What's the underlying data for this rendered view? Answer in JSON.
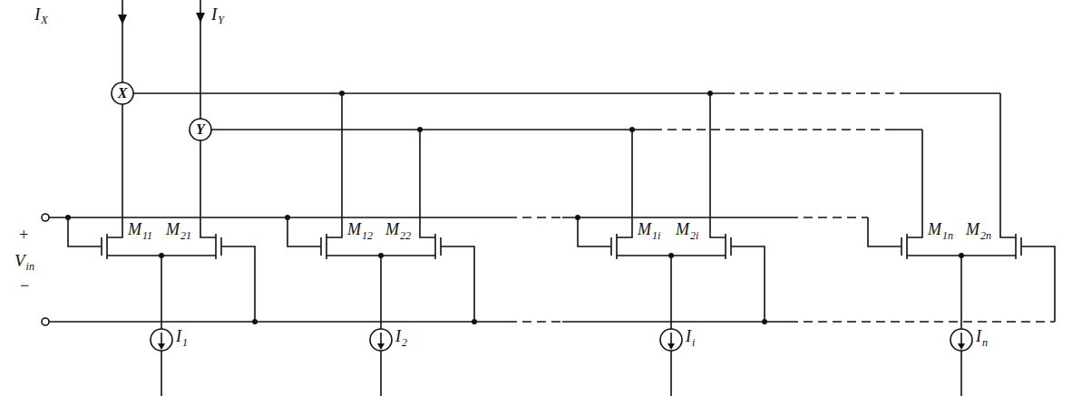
{
  "diagram": {
    "nodes": [
      {
        "text": [
          "X"
        ]
      },
      {
        "text": [
          "Y"
        ]
      }
    ],
    "labels": [
      "I",
      "X",
      "I",
      "Y",
      "+",
      "V",
      "in",
      "−",
      "M",
      "11",
      "M",
      "21",
      "M",
      "12",
      "M",
      "22",
      "M",
      "1i",
      "M",
      "2i",
      "M",
      "1n",
      "M",
      "2n",
      "I",
      "1",
      "I",
      "2",
      "I",
      "i",
      "I",
      "n"
    ]
  }
}
